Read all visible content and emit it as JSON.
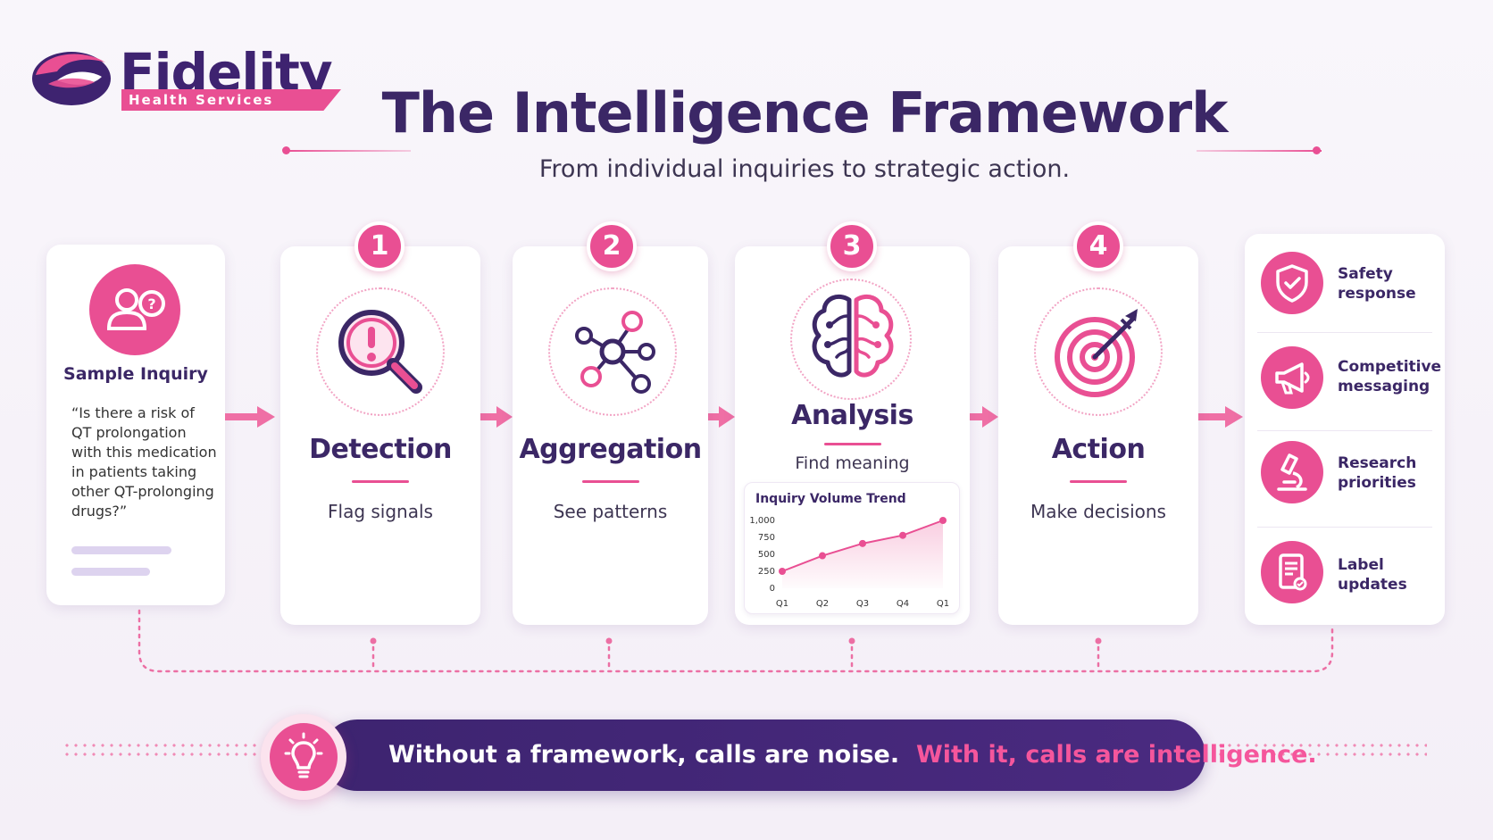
{
  "brand": {
    "name": "Fidelity",
    "tagline": "Health Services",
    "colors": {
      "primary": "#3b2766",
      "accent": "#e94f93"
    }
  },
  "header": {
    "title": "The Intelligence Framework",
    "subtitle": "From individual inquiries to strategic action."
  },
  "inquiry": {
    "icon": "user-question-icon",
    "title": "Sample Inquiry",
    "quote_lines": [
      "“Is there a risk of",
      "QT prolongation",
      "with this medication",
      "in patients taking",
      "other QT-prolonging",
      "drugs?”"
    ]
  },
  "steps": [
    {
      "number": "1",
      "title": "Detection",
      "desc": "Flag signals",
      "icon": "magnifier-alert-icon"
    },
    {
      "number": "2",
      "title": "Aggregation",
      "desc": "See patterns",
      "icon": "network-nodes-icon"
    },
    {
      "number": "3",
      "title": "Analysis",
      "desc": "Find meaning",
      "icon": "brain-icon"
    },
    {
      "number": "4",
      "title": "Action",
      "desc": "Make decisions",
      "icon": "target-arrow-icon"
    }
  ],
  "chart_data": {
    "type": "line",
    "title": "Inquiry Volume Trend",
    "categories": [
      "Q1",
      "Q2",
      "Q3",
      "Q4",
      "Q1"
    ],
    "values": [
      250,
      480,
      660,
      780,
      1000
    ],
    "yticks": [
      "1,000",
      "750",
      "500",
      "250",
      "0"
    ],
    "ylim": [
      0,
      1000
    ],
    "color": "#e94f93",
    "grid": false
  },
  "outcomes": [
    {
      "label_lines": [
        "Safety",
        "response"
      ],
      "icon": "shield-check-icon"
    },
    {
      "label_lines": [
        "Competitive",
        "messaging"
      ],
      "icon": "megaphone-icon"
    },
    {
      "label_lines": [
        "Research",
        "priorities"
      ],
      "icon": "microscope-icon"
    },
    {
      "label_lines": [
        "Label",
        "updates"
      ],
      "icon": "document-check-icon"
    }
  ],
  "banner": {
    "part1": "Without a framework, calls are noise.",
    "part2": "With it, calls are intelligence.",
    "icon": "lightbulb-icon"
  }
}
